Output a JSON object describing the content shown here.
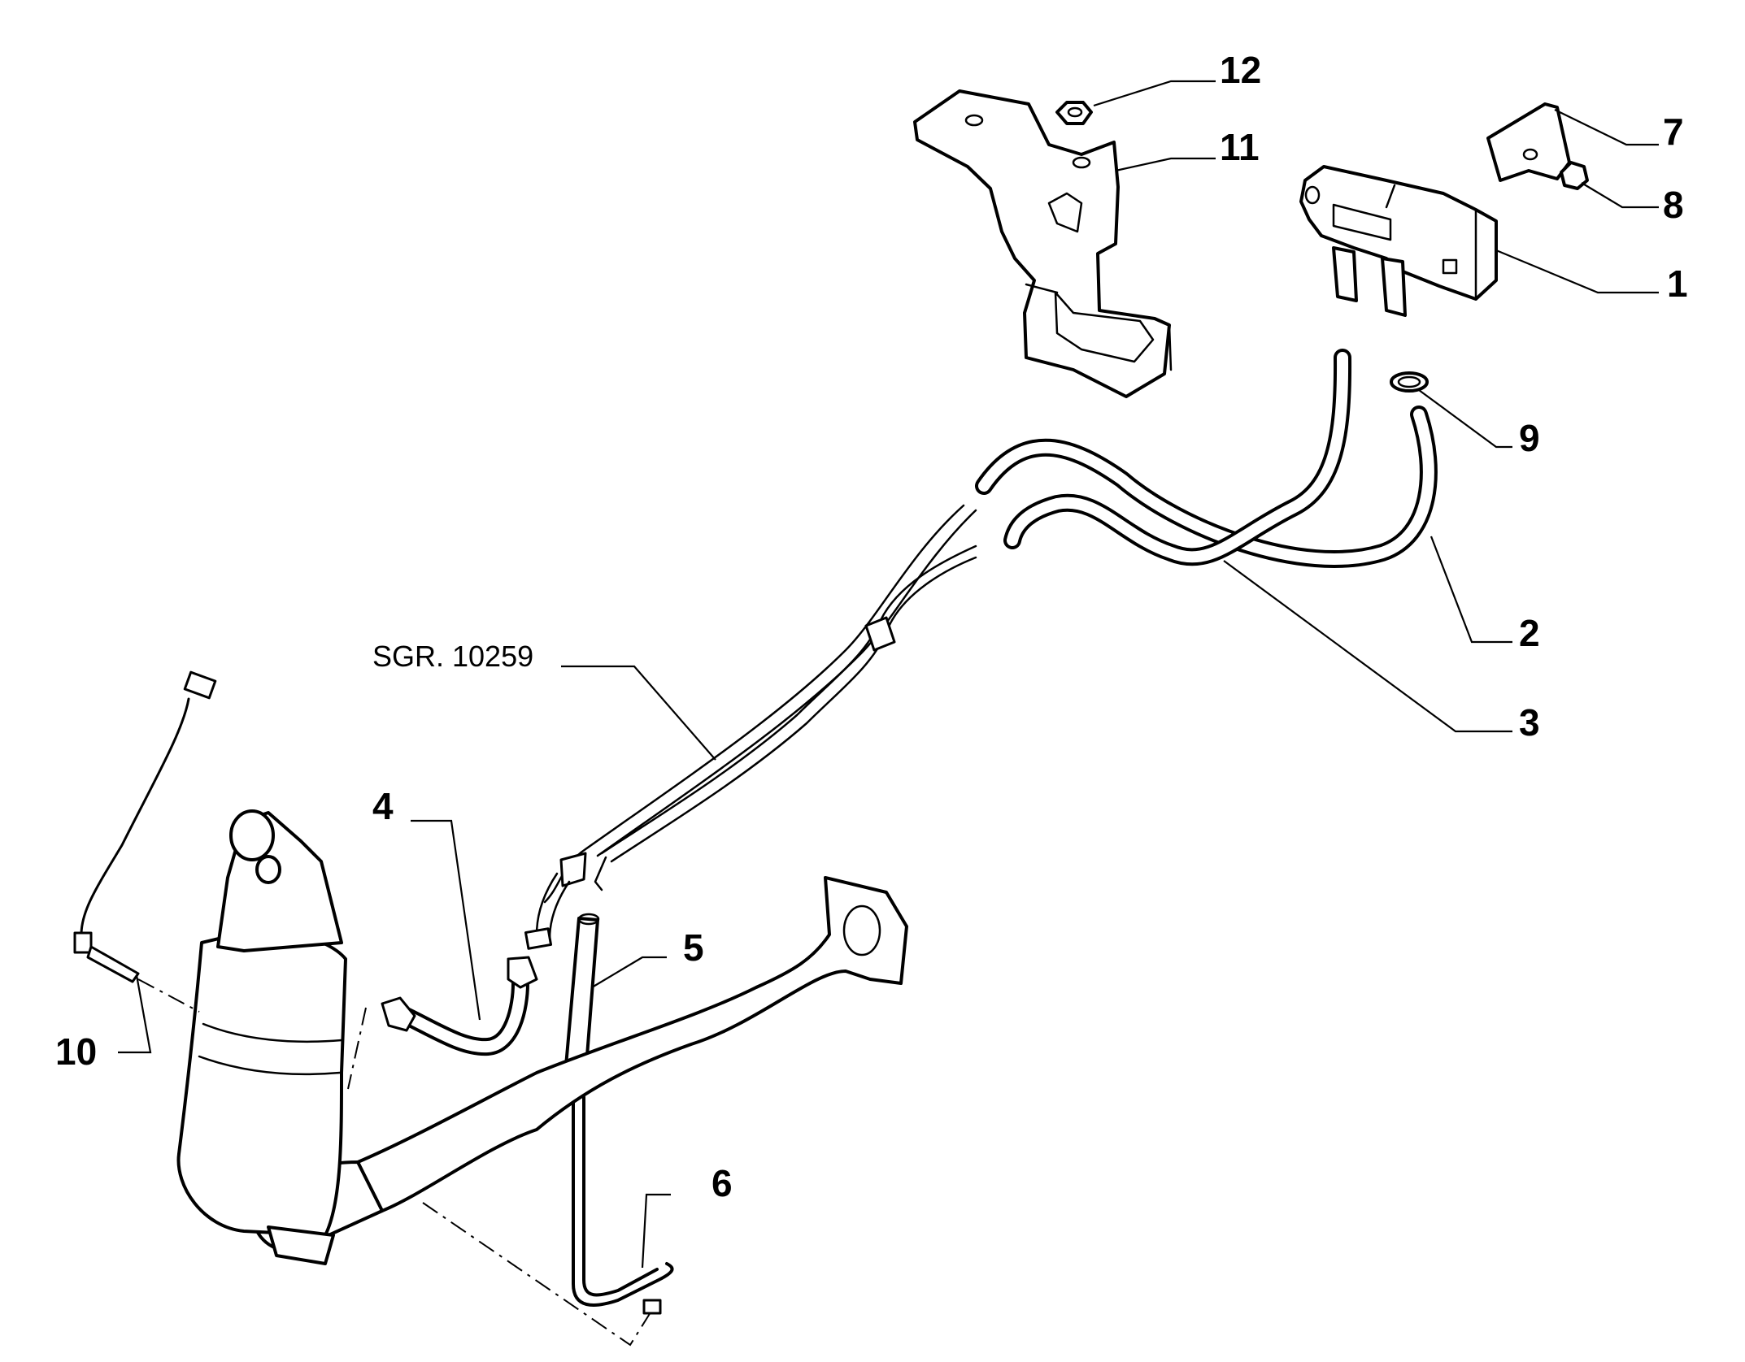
{
  "callouts": {
    "c1": "1",
    "c2": "2",
    "c3": "3",
    "c4": "4",
    "c5": "5",
    "c6": "6",
    "c7": "7",
    "c8": "8",
    "c9": "9",
    "c10": "10",
    "c11": "11",
    "c12": "12"
  },
  "reference_label": "SGR. 10259"
}
